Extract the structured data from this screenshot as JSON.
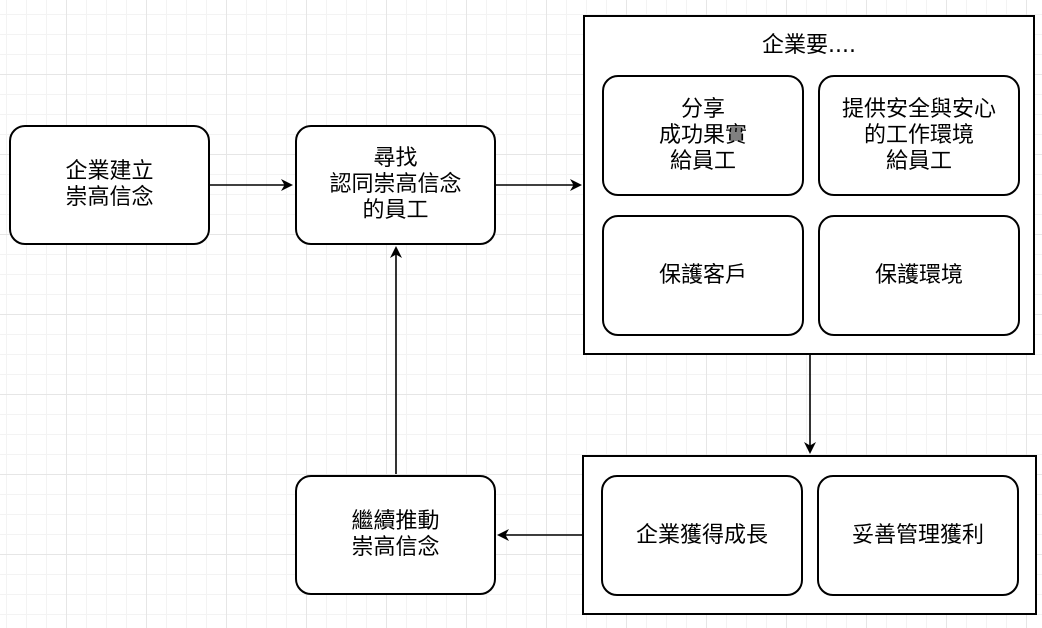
{
  "diagram": {
    "nodes": {
      "establish_belief": "企業建立\n崇高信念",
      "find_employees": "尋找\n認同崇高信念\n的員工",
      "promote_belief": "繼續推動\n崇高信念",
      "company_should": {
        "title": "企業要....",
        "items": [
          "分享\n成功果實\n給員工",
          "提供安全與安心\n的工作環境\n給員工",
          "保護客戶",
          "保護環境"
        ]
      },
      "outcomes": {
        "items": [
          "企業獲得成長",
          "妥善管理獲利"
        ]
      }
    },
    "edges": [
      {
        "from": "establish_belief",
        "to": "find_employees"
      },
      {
        "from": "find_employees",
        "to": "company_should"
      },
      {
        "from": "company_should",
        "to": "outcomes"
      },
      {
        "from": "outcomes",
        "to": "promote_belief"
      },
      {
        "from": "promote_belief",
        "to": "find_employees"
      }
    ],
    "colors": {
      "stroke": "#000000",
      "fill": "#ffffff",
      "grid": "#e6e6e6"
    }
  }
}
